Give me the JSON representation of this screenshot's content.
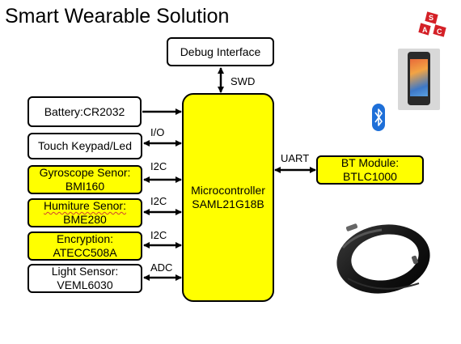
{
  "title": "Smart  Wearable Solution",
  "mcu": {
    "line1": "Microcontroller",
    "line2": "SAML21G18B"
  },
  "debug": {
    "label": "Debug Interface",
    "bus": "SWD"
  },
  "bt": {
    "line1": "BT Module:",
    "line2": "BTLC1000",
    "bus": "UART"
  },
  "peripherals": [
    {
      "line1": "Battery:CR2032",
      "line2": "",
      "bus": ""
    },
    {
      "line1": "Touch Keypad/Led",
      "line2": "",
      "bus": "I/O"
    },
    {
      "line1": "Gyroscope Senor:",
      "line2": "BMI160",
      "bus": "I2C"
    },
    {
      "line1": "Humiture Senor:",
      "line2": "BME280",
      "bus": "I2C"
    },
    {
      "line1": "Encryption:",
      "line2": "ATECC508A",
      "bus": "I2C"
    },
    {
      "line1": "Light Sensor:",
      "line2": "VEML6030",
      "bus": "ADC"
    }
  ],
  "logo_letters": "SAC",
  "colors": {
    "highlight": "#ffff00",
    "bluetooth": "#1e6fd8",
    "logo": "#d42027",
    "outline": "#000000"
  },
  "icons": {
    "bluetooth": "bluetooth-icon",
    "phone": "smartphone-image",
    "band": "fitness-band-image",
    "logo": "sac-logo"
  }
}
